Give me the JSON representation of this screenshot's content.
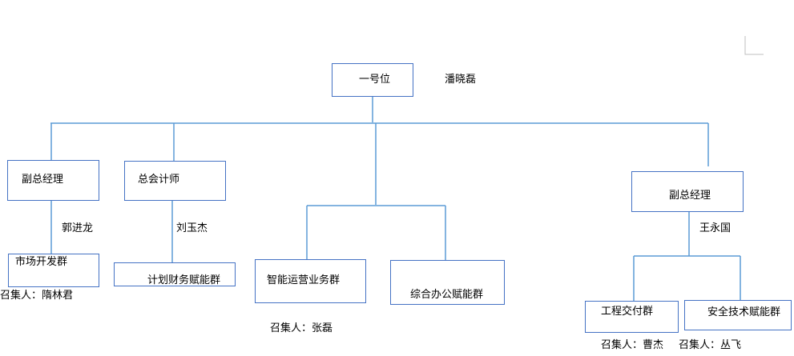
{
  "colors": {
    "line": "#5b9bd5",
    "border": "#4472c4",
    "text": "#000000",
    "corner_mark": "#bfbfbf"
  },
  "top": {
    "title": "一号位",
    "person": "潘晓磊"
  },
  "vp1": {
    "title": "副总经理",
    "person": "郭进龙",
    "group": "市场开发群",
    "convener": "召集人：隋林君"
  },
  "cfo": {
    "title": "总会计师",
    "person": "刘玉杰",
    "group": "计划财务赋能群"
  },
  "center": {
    "group1": "智能运营业务群",
    "group2": "综合办公赋能群",
    "convener": "召集人：张磊"
  },
  "vp2": {
    "title": "副总经理",
    "person": "王永国",
    "group1": "工程交付群",
    "group2": "安全技术赋能群",
    "convener1": "召集人：曹杰",
    "convener2": "召集人：丛飞"
  }
}
